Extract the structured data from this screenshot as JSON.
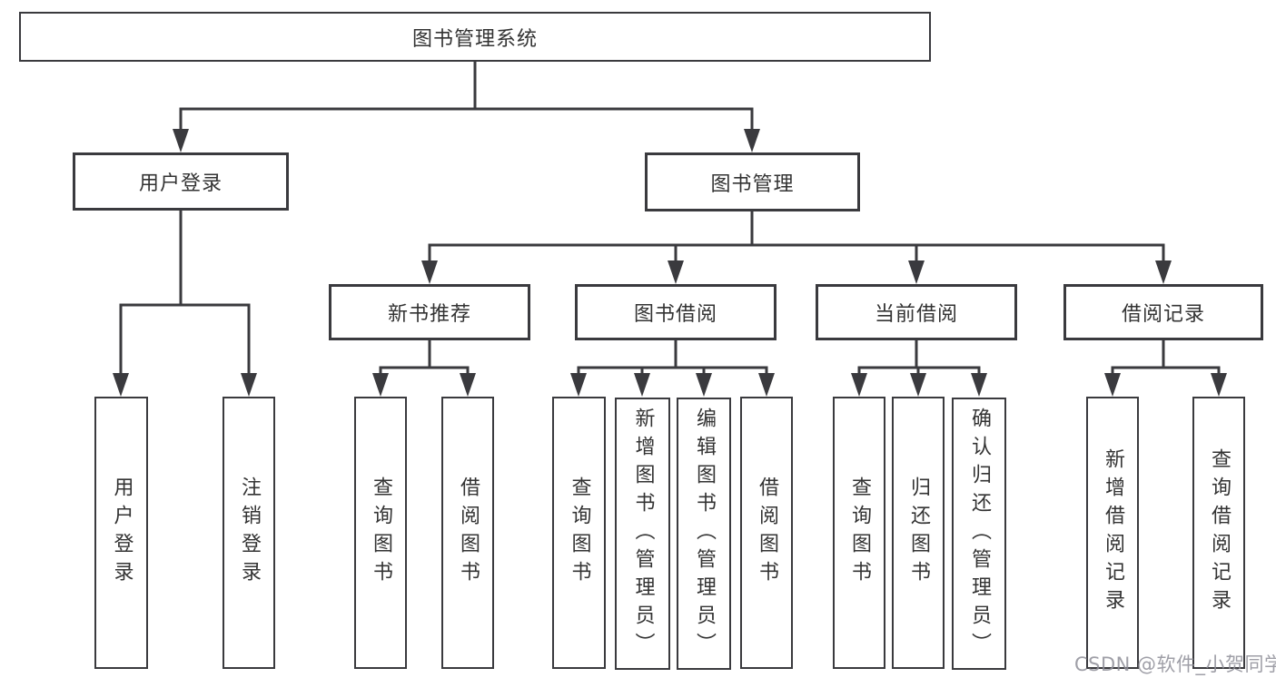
{
  "title": {
    "label": "图书管理系统"
  },
  "branches": {
    "login": {
      "label": "用户登录",
      "children": [
        {
          "label": "用户登录"
        },
        {
          "label": "注销登录"
        }
      ]
    },
    "management": {
      "label": "图书管理",
      "groups": [
        {
          "label": "新书推荐",
          "children": [
            {
              "label": "查询图书"
            },
            {
              "label": "借阅图书"
            }
          ]
        },
        {
          "label": "图书借阅",
          "children": [
            {
              "label": "查询图书"
            },
            {
              "label": "新增图书（管理员）"
            },
            {
              "label": "编辑图书（管理员）"
            },
            {
              "label": "借阅图书"
            }
          ]
        },
        {
          "label": "当前借阅",
          "children": [
            {
              "label": "查询图书"
            },
            {
              "label": "归还图书"
            },
            {
              "label": "确认归还（管理员）"
            }
          ]
        },
        {
          "label": "借阅记录",
          "children": [
            {
              "label": "新增借阅记录"
            },
            {
              "label": "查询借阅记录"
            }
          ]
        }
      ]
    }
  },
  "watermark": {
    "text": "CSDN @软件_小贺同学"
  },
  "colors": {
    "line": "#3a3a3e",
    "text": "#333333",
    "background": "#ffffff",
    "watermark": "#8e8e98"
  }
}
